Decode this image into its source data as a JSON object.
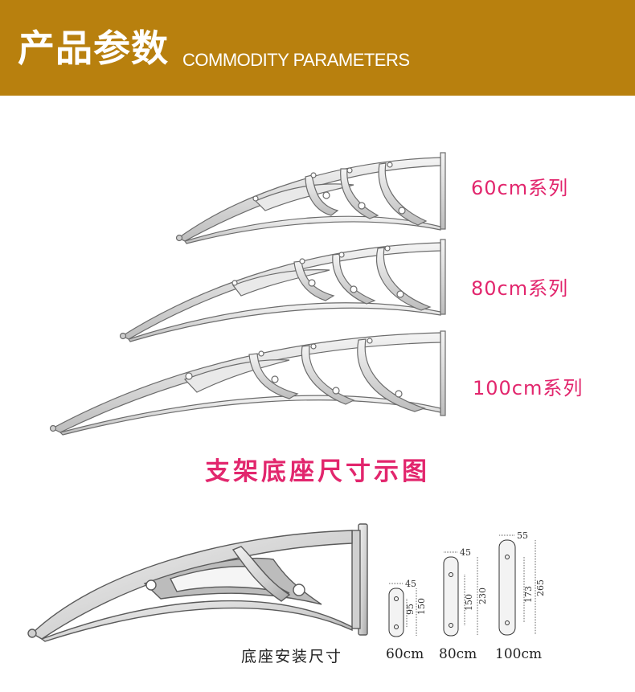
{
  "header": {
    "title_cn": "产品参数",
    "title_en": "COMMODITY PARAMETERS",
    "background": "#b8800e"
  },
  "series": [
    {
      "label": "60cm系列"
    },
    {
      "label": "80cm系列"
    },
    {
      "label": "100cm系列"
    }
  ],
  "accent_color": "#e2266d",
  "section_title": "支架底座尺寸示图",
  "base_section": {
    "caption": "底座安装尺寸",
    "plates": [
      {
        "size_label": "60cm",
        "width_dim": "45",
        "hole_dim": "95",
        "height_dim": "150"
      },
      {
        "size_label": "80cm",
        "width_dim": "45",
        "hole_dim": "150",
        "height_dim": "230"
      },
      {
        "size_label": "100cm",
        "width_dim": "55",
        "hole_dim": "173",
        "height_dim": "265"
      }
    ]
  }
}
